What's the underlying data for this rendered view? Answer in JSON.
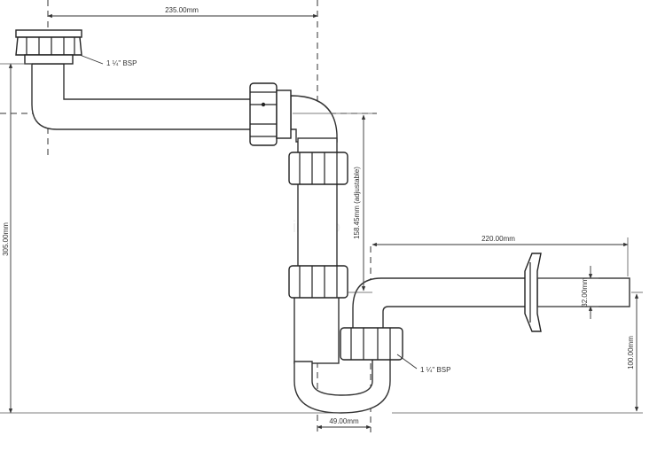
{
  "drawing": {
    "labels": {
      "width_top": "235.00mm",
      "thread_top": "1 ¼\" BSP",
      "height_total": "305.00mm",
      "tube_adjustable": "158.45mm (adjustable)",
      "width_outlet": "220.00mm",
      "outlet_diameter": "32.00mm",
      "outlet_height": "100.00mm",
      "thread_bottom": "1 ¼\" BSP",
      "trap_offset": "49.00mm"
    },
    "watermark": "instaro",
    "colors": {
      "line": "#333333",
      "background": "#ffffff"
    }
  }
}
